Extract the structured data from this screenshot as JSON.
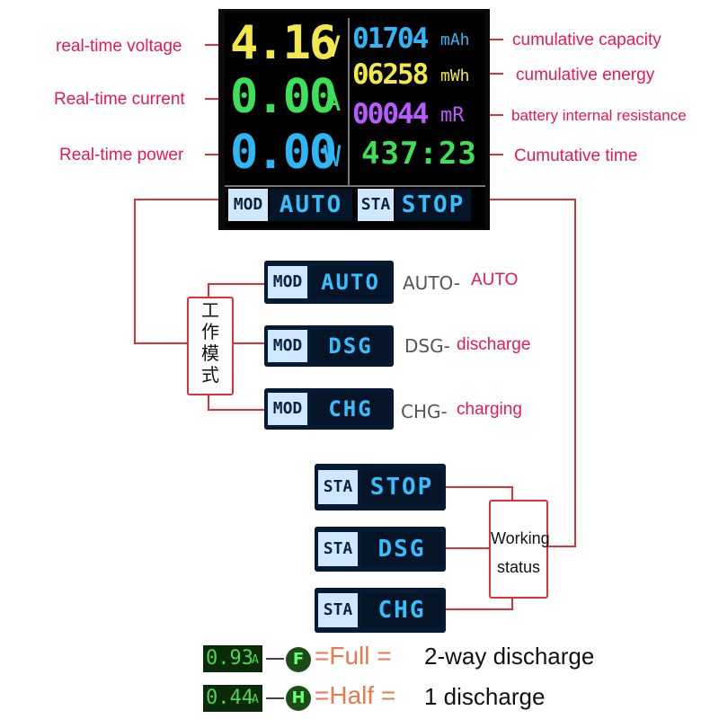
{
  "display": {
    "voltage": {
      "value": "4.16",
      "unit": "V"
    },
    "current": {
      "value": "0.00",
      "unit": "A"
    },
    "power": {
      "value": "0.00",
      "unit": "W"
    },
    "capacity": {
      "value": "01704",
      "unit": "mAh"
    },
    "energy": {
      "value": "06258",
      "unit": "mWh"
    },
    "resistance": {
      "value": "00044",
      "unit": "mR"
    },
    "time": {
      "value": "437:23"
    },
    "mode_tag": "MOD",
    "mode_value": "AUTO",
    "status_tag": "STA",
    "status_value": "STOP"
  },
  "labels": {
    "voltage": "real-time voltage",
    "current": "Real-time current",
    "power": "Real-time power",
    "capacity": "cumulative capacity",
    "energy": "cumulative energy",
    "resistance": "battery internal resistance",
    "time": "Cumutative time"
  },
  "modes": [
    {
      "tag": "MOD",
      "value": "AUTO",
      "code": "AUTO-",
      "desc": "AUTO"
    },
    {
      "tag": "MOD",
      "value": "DSG",
      "code": "DSG-",
      "desc": "discharge"
    },
    {
      "tag": "MOD",
      "value": "CHG",
      "code": "CHG-",
      "desc": "charging"
    }
  ],
  "work_mode_label": [
    "工",
    "作",
    "模",
    "式"
  ],
  "statuses": [
    {
      "tag": "STA",
      "value": "STOP"
    },
    {
      "tag": "STA",
      "value": "DSG"
    },
    {
      "tag": "STA",
      "value": "CHG"
    }
  ],
  "working_status_label": [
    "Working",
    "status"
  ],
  "legend": [
    {
      "reading": "0.93",
      "unit": "A",
      "badge": "F",
      "word": "=Full =",
      "desc": "2-way discharge"
    },
    {
      "reading": "0.44",
      "unit": "A",
      "badge": "H",
      "word": "=Half =",
      "desc": "1 discharge"
    }
  ],
  "colors": {
    "annotation": "#e8194f",
    "connector": "#e0303a",
    "voltage": "#f2e84a",
    "current": "#3ee05a",
    "power": "#2fb7f5",
    "capacity": "#2fb7f5",
    "energy": "#f2e84a",
    "resistance": "#b85cff",
    "time": "#3ee05a"
  }
}
